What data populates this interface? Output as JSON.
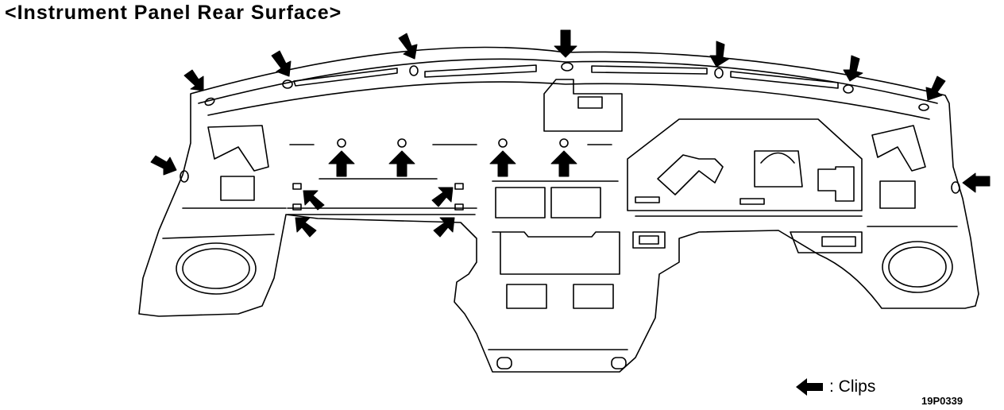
{
  "title": "<Instrument Panel Rear Surface>",
  "legend": {
    "icon": "clip-arrow-icon",
    "label": ": Clips"
  },
  "figure_code": "19P0339",
  "colors": {
    "line": "#000000",
    "background": "#ffffff"
  }
}
